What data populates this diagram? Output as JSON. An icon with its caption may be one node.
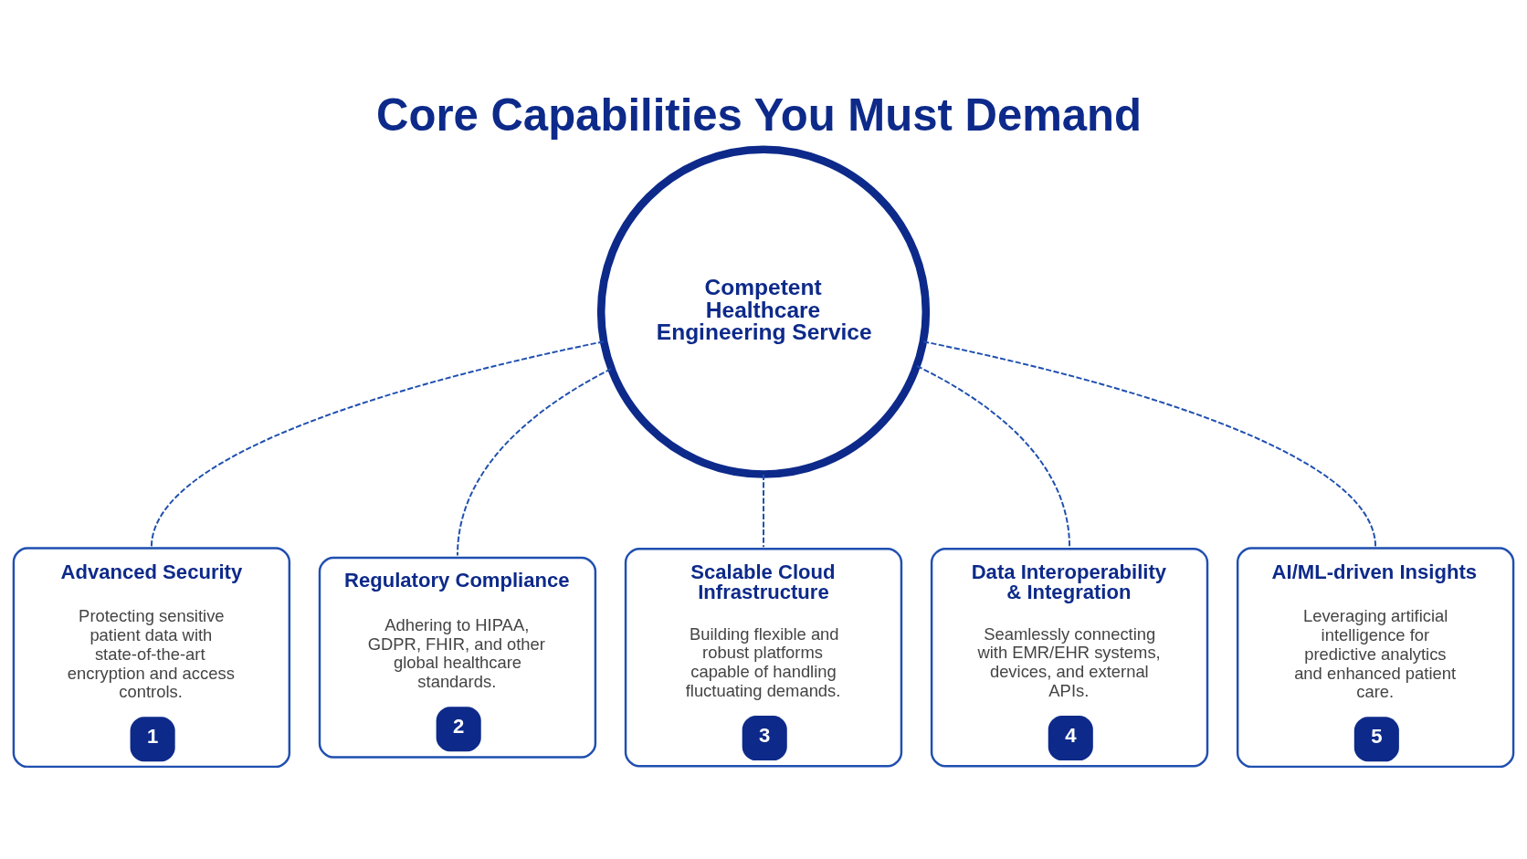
{
  "diagram": {
    "title": "Core Capabilities You Must Demand",
    "nodes": [
      {
        "text": [
          "Competent Healthcare Engineering Service"
        ]
      },
      {
        "text": [
          "Advanced Security",
          "Protecting sensitive patient data with state-of-the-art encryption and access controls.",
          "1"
        ]
      },
      {
        "text": [
          "Regulatory Compliance",
          "Adhering to HIPAA, GDPR, FHIR, and other global healthcare standards.",
          "2"
        ]
      },
      {
        "text": [
          "Scalable Cloud Infrastructure",
          "Building flexible and robust platforms capable of handling fluctuating demands.",
          "3"
        ]
      },
      {
        "text": [
          "Data Interoperability & Integration",
          "Seamlessly connecting with EMR/EHR systems, devices, and external APIs.",
          "4"
        ]
      },
      {
        "text": [
          "AI/ML-driven Insights",
          "Leveraging artificial intelligence for predictive analytics and enhanced patient care.",
          "5"
        ]
      }
    ],
    "edges": [
      {
        "from": 0,
        "to": 1,
        "arrow": "none",
        "style": "dashed"
      },
      {
        "from": 0,
        "to": 2,
        "arrow": "none",
        "style": "dashed"
      },
      {
        "from": 0,
        "to": 3,
        "arrow": "none",
        "style": "dashed"
      },
      {
        "from": 0,
        "to": 4,
        "arrow": "none",
        "style": "dashed"
      },
      {
        "from": 0,
        "to": 5,
        "arrow": "none",
        "style": "dashed"
      }
    ]
  }
}
